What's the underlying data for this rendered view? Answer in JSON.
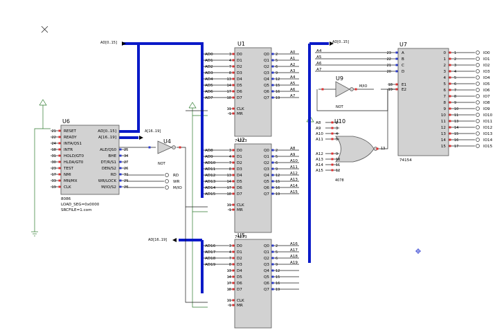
{
  "u1": {
    "ref": "U1",
    "type": "74273",
    "left_pins": [
      "D0",
      "D1",
      "D2",
      "D3",
      "D4",
      "D5",
      "D6",
      "D7"
    ],
    "right_pins": [
      "Q0",
      "Q1",
      "Q2",
      "Q3",
      "Q4",
      "Q5",
      "Q6",
      "Q7"
    ],
    "in_nets": [
      "AD0",
      "AD1",
      "AD2",
      "AD3",
      "AD4",
      "AD5",
      "AD6",
      "AD7"
    ],
    "in_pins": [
      "3",
      "4",
      "7",
      "8",
      "13",
      "14",
      "17",
      "18"
    ],
    "out_pins": [
      "2",
      "5",
      "6",
      "9",
      "12",
      "15",
      "16",
      "19"
    ],
    "out_nets": [
      "A0",
      "A1",
      "A2",
      "A3",
      "A4",
      "A5",
      "A6",
      "A7"
    ],
    "clk": "CLK",
    "mr": "MR",
    "clk_pin": "11",
    "mr_pin": "1"
  },
  "u2": {
    "ref": "U2",
    "type": "74273",
    "left_pins": [
      "D0",
      "D1",
      "D2",
      "D3",
      "D4",
      "D5",
      "D6",
      "D7"
    ],
    "right_pins": [
      "Q0",
      "Q1",
      "Q2",
      "Q3",
      "Q4",
      "Q5",
      "Q6",
      "Q7"
    ],
    "in_nets": [
      "AD8",
      "AD9",
      "AD10",
      "AD11",
      "AD12",
      "AD13",
      "AD14",
      "AD15"
    ],
    "in_pins": [
      "3",
      "4",
      "7",
      "8",
      "13",
      "14",
      "17",
      "18"
    ],
    "out_pins": [
      "2",
      "5",
      "6",
      "9",
      "12",
      "15",
      "16",
      "19"
    ],
    "out_nets": [
      "A8",
      "A9",
      "A10",
      "A11",
      "A12",
      "A13",
      "A14",
      "A15"
    ],
    "clk": "CLK",
    "mr": "MR",
    "clk_pin": "11",
    "mr_pin": "1"
  },
  "u5": {
    "ref": "U5",
    "type": "74273",
    "left_pins": [
      "D0",
      "D1",
      "D2",
      "D3",
      "D4",
      "D5",
      "D6",
      "D7"
    ],
    "right_pins": [
      "Q0",
      "Q1",
      "Q2",
      "Q3",
      "Q4",
      "Q5",
      "Q6",
      "Q7"
    ],
    "in_nets": [
      "AD16",
      "AD17",
      "AD18",
      "AD19",
      "",
      "",
      "",
      ""
    ],
    "in_pins": [
      "3",
      "4",
      "7",
      "8",
      "13",
      "14",
      "17",
      "18"
    ],
    "out_pins": [
      "2",
      "5",
      "6",
      "9",
      "12",
      "15",
      "16",
      "19"
    ],
    "out_nets": [
      "A16",
      "A17",
      "A18",
      "A19",
      "",
      "",
      "",
      ""
    ],
    "clk": "CLK",
    "mr": "MR",
    "clk_pin": "11",
    "mr_pin": "1"
  },
  "u6": {
    "ref": "U6",
    "type": "8086",
    "left_pins": [
      "RESET",
      "READY",
      "INTA/QS1",
      "INTR",
      "HOLD/GT0",
      "HLDA/GT0",
      "TEST",
      "NMI",
      "MN/MX",
      "CLK"
    ],
    "left_pin_nums": [
      "21",
      "22",
      "24",
      "18",
      "31",
      "30",
      "23",
      "17",
      "33",
      "19"
    ],
    "right_pins": [
      "AD[0..15]",
      "A[16..19]",
      "",
      "ALE/QS0",
      "BHE",
      "DT/R/S1",
      "DEN/S2",
      "RD",
      "WR/LOCK",
      "M/IO/S2"
    ],
    "right_pin_nums": [
      "",
      "",
      "",
      "25",
      "34",
      "27",
      "26",
      "32",
      "29",
      "28"
    ],
    "props": [
      "LOAD_SEG=0x0000",
      "SRCFILE=1.com"
    ]
  },
  "u7": {
    "ref": "U7",
    "type": "74154",
    "addr_pins": [
      "A",
      "B",
      "C",
      "D"
    ],
    "addr_pin_nums": [
      "23",
      "22",
      "21",
      "20"
    ],
    "addr_nets": [
      "A4",
      "A5",
      "A6",
      "A7"
    ],
    "en_pins": [
      "E1",
      "E2"
    ],
    "en_pin_nums": [
      "18",
      "19"
    ],
    "out_pins": [
      "0",
      "1",
      "2",
      "3",
      "4",
      "5",
      "6",
      "7",
      "8",
      "9",
      "10",
      "11",
      "12",
      "13",
      "14",
      "15"
    ],
    "out_pin_nums": [
      "1",
      "2",
      "3",
      "4",
      "5",
      "6",
      "7",
      "8",
      "9",
      "10",
      "11",
      "13",
      "14",
      "15",
      "16",
      "17"
    ],
    "out_nets": [
      "IO0",
      "IO1",
      "IO2",
      "IO3",
      "IO4",
      "IO5",
      "IO6",
      "IO7",
      "IO8",
      "IO9",
      "IO10",
      "IO11",
      "IO12",
      "IO13",
      "IO14",
      "IO15"
    ]
  },
  "u4": {
    "ref": "U4",
    "type": "NOT"
  },
  "u9": {
    "ref": "U9",
    "type": "NOT",
    "in_net": "M/IO"
  },
  "u10": {
    "ref": "U10",
    "type": "4078",
    "in_nets": [
      "A8",
      "A9",
      "A10",
      "A11",
      "A12",
      "A13",
      "A14",
      "A15"
    ],
    "in_pins": [
      "2",
      "3",
      "4",
      "5",
      "9",
      "10",
      "11",
      "12"
    ],
    "out_pin": "13"
  },
  "labels": {
    "bus_u6": "AD[0..15]",
    "bus_u1": "AD[0..15]",
    "bus_a1619": "A[16..19]",
    "bus_u5": "AD[16..19]",
    "ctrl": [
      "RD",
      "WR",
      "M/IO"
    ]
  }
}
